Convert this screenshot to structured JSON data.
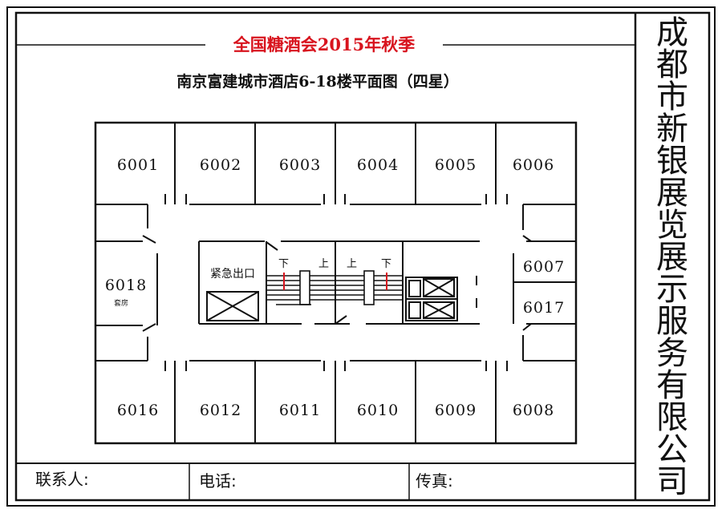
{
  "header": {
    "title": "全国糖酒会2015年秋季",
    "subtitle": "南京富建城市酒店6-18楼平面图（四星）"
  },
  "rooms": {
    "r6001": "6001",
    "r6002": "6002",
    "r6003": "6003",
    "r6004": "6004",
    "r6005": "6005",
    "r6006": "6006",
    "r6007": "6007",
    "r6017": "6017",
    "r6018": "6018",
    "r6018_note": "套房",
    "r6016": "6016",
    "r6012": "6012",
    "r6011": "6011",
    "r6010": "6010",
    "r6009": "6009",
    "r6008": "6008"
  },
  "core": {
    "exit_label": "紧急出口",
    "stair_down": "下",
    "stair_up": "上"
  },
  "footer": {
    "contact_label": "联系人:",
    "phone_label": "电话:",
    "fax_label": "传真:"
  },
  "company": {
    "chars": [
      "成",
      "都",
      "市",
      "新",
      "银",
      "展",
      "览",
      "展",
      "示",
      "服",
      "务",
      "有",
      "限",
      "公",
      "司"
    ]
  },
  "colors": {
    "accent": "#d8141e",
    "line": "#111111"
  }
}
